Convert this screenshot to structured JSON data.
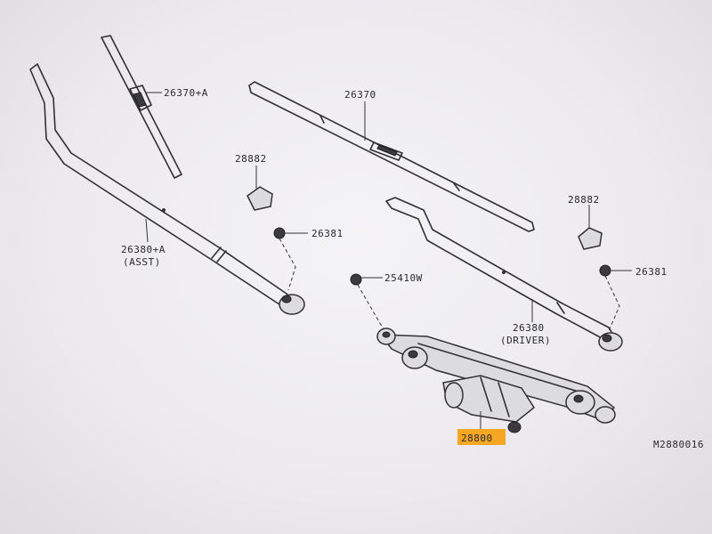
{
  "labels": {
    "blade_assist": "26370+A",
    "blade_driver": "26370",
    "cap_left": "28882",
    "cap_right": "28882",
    "nut_left": "26381",
    "nut_right": "26381",
    "nut_motor": "25410W",
    "arm_assist": "26380+A",
    "arm_assist_sub": "(ASST)",
    "arm_driver": "26380",
    "arm_driver_sub": "(DRIVER)",
    "motor_assembly": "28800",
    "diagram_code": "M2880016"
  },
  "colors": {
    "highlight": "#f5a623",
    "line": "#303036"
  }
}
